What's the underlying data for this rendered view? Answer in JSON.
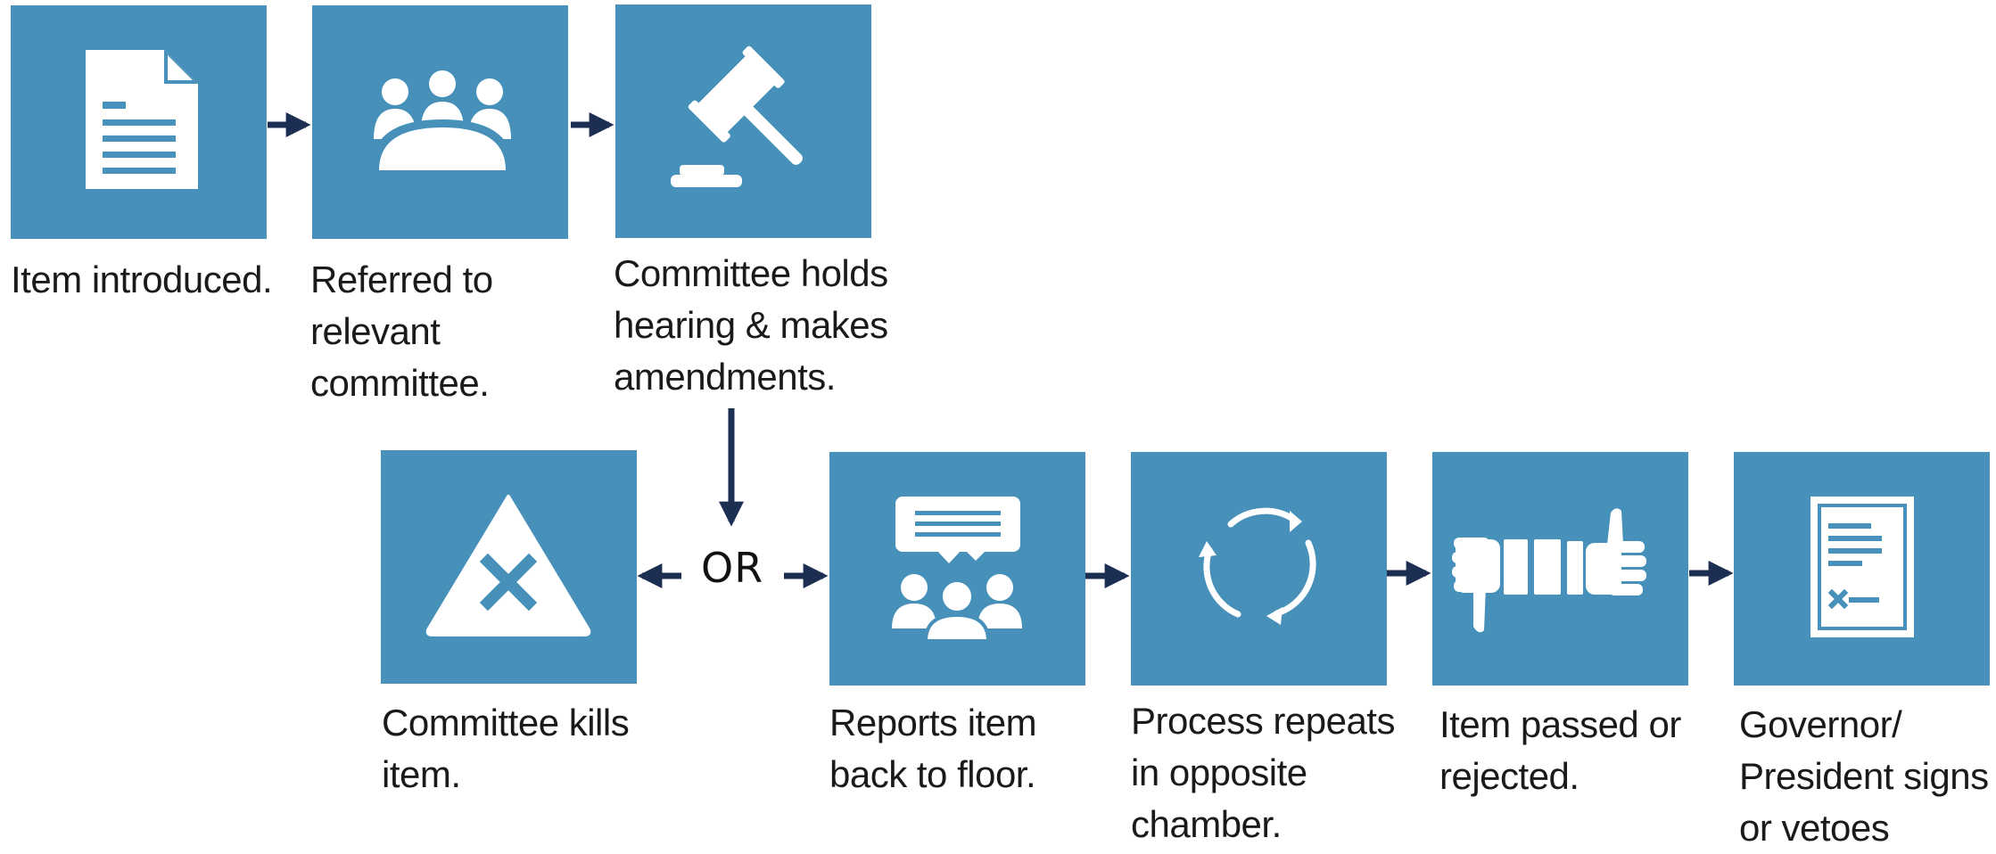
{
  "title": "",
  "colors": {
    "box": "#4690b9",
    "arrow": "#1c2e52",
    "icon": "#ffffff"
  },
  "steps": [
    {
      "id": "introduced",
      "icon": "document-icon",
      "caption": "Item introduced."
    },
    {
      "id": "referred",
      "icon": "meeting-table-icon",
      "caption": "Referred to\nrelevant\ncommittee."
    },
    {
      "id": "hearing",
      "icon": "gavel-icon",
      "caption": "Committee holds\nhearing & makes\namendments."
    },
    {
      "id": "killed",
      "icon": "warning-x-icon",
      "caption": "Committee kills\nitem."
    },
    {
      "id": "reports",
      "icon": "presentation-audience-icon",
      "caption": "Reports item\nback to floor."
    },
    {
      "id": "repeats",
      "icon": "cycle-arrows-icon",
      "caption": "Process repeats\nin opposite\nchamber."
    },
    {
      "id": "passed",
      "icon": "thumbs-down-up-icon",
      "caption": "Item passed or\nrejected."
    },
    {
      "id": "governor",
      "icon": "signed-document-icon",
      "caption": "Governor/\nPresident signs\nor vetoes"
    }
  ],
  "branch_label": "OR"
}
